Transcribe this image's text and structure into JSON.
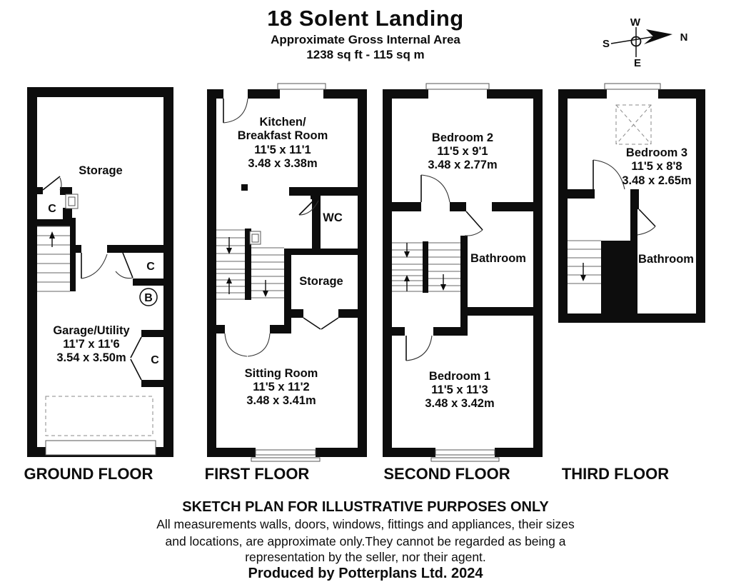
{
  "header": {
    "title": "18 Solent Landing",
    "subtitle": "Approximate Gross Internal Area",
    "area": "1238 sq ft - 115 sq m"
  },
  "compass": {
    "north": "N",
    "south": "S",
    "east": "E",
    "west": "W"
  },
  "floors": {
    "ground": {
      "label": "GROUND FLOOR",
      "storage": "Storage",
      "garage": {
        "name": "Garage/Utility",
        "imperial": "11'7 x 11'6",
        "metric": "3.54 x 3.50m"
      },
      "cupboard1": "C",
      "cupboard2": "C",
      "cupboard3": "C",
      "boiler": "B"
    },
    "first": {
      "label": "FIRST FLOOR",
      "kitchen": {
        "name1": "Kitchen/",
        "name2": "Breakfast Room",
        "imperial": "11'5 x 11'1",
        "metric": "3.48 x 3.38m"
      },
      "wc": "WC",
      "storage": "Storage",
      "sitting": {
        "name": "Sitting Room",
        "imperial": "11'5 x 11'2",
        "metric": "3.48 x 3.41m"
      }
    },
    "second": {
      "label": "SECOND FLOOR",
      "bedroom2": {
        "name": "Bedroom 2",
        "imperial": "11'5 x 9'1",
        "metric": "3.48 x 2.77m"
      },
      "bathroom": "Bathroom",
      "bedroom1": {
        "name": "Bedroom 1",
        "imperial": "11'5 x 11'3",
        "metric": "3.48 x 3.42m"
      }
    },
    "third": {
      "label": "THIRD FLOOR",
      "bedroom3": {
        "name": "Bedroom 3",
        "imperial": "11'5 x 8'8",
        "metric": "3.48 x 2.65m"
      },
      "bathroom": "Bathroom"
    }
  },
  "footer": {
    "disclaimer_title": "SKETCH PLAN FOR ILLUSTRATIVE PURPOSES ONLY",
    "disclaimer_line1": "All measurements walls, doors, windows, fittings and appliances, their sizes",
    "disclaimer_line2": "and locations, are approximate only.They cannot be regarded as being a",
    "disclaimer_line3": "representation by the seller, nor their agent.",
    "produced_by": "Produced by Potterplans Ltd. 2024"
  }
}
